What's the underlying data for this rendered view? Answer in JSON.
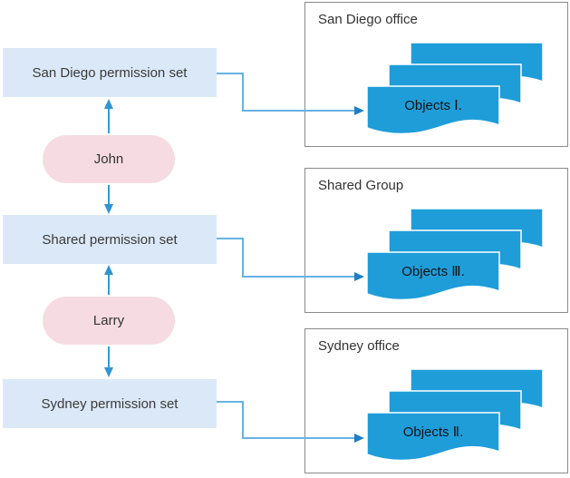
{
  "left_column": {
    "permission_boxes": [
      {
        "label": "San Diego permission set"
      },
      {
        "label": "Shared permission set"
      },
      {
        "label": "Sydney permission set"
      }
    ],
    "users": [
      {
        "label": "John"
      },
      {
        "label": "Larry"
      }
    ]
  },
  "groups": [
    {
      "title": "San Diego office",
      "front_object_label": "Objects Ⅰ."
    },
    {
      "title": "Shared Group",
      "front_object_label": "Objects Ⅲ."
    },
    {
      "title": "Sydney office",
      "front_object_label": "Objects Ⅱ."
    }
  ],
  "colors": {
    "permission_box_fill": "#dbe8f7",
    "user_pill_fill": "#f6dce2",
    "document_fill": "#1e9dd9",
    "document_outline": "#ffffff",
    "connector_line": "#66b2e3",
    "connector_arrowhead": "#1f7fc5",
    "vertical_arrow": "#339ad8",
    "group_border": "#8a8a8a",
    "text": "#3a3a3a"
  }
}
